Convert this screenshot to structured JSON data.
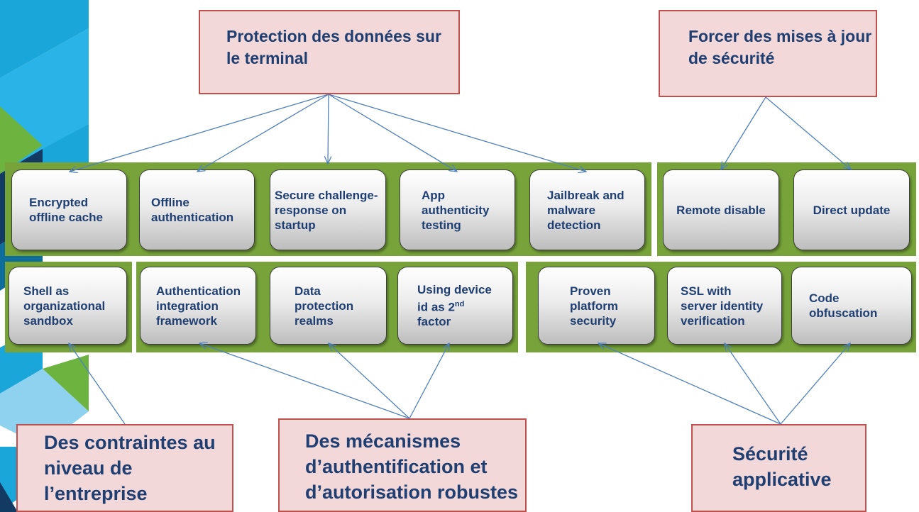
{
  "callouts": {
    "protection": "Protection des données sur le terminal",
    "updates": "Forcer des mises à jour de sécurité",
    "enterprise": "Des contraintes au niveau de l’entreprise",
    "auth": "Des mécanismes d’authentification et d’autorisation robustes",
    "appsec": "Sécurité applicative"
  },
  "boxes": {
    "encrypted_cache": "Encrypted offline cache",
    "offline_auth": "Offline authentication",
    "secure_challenge": "Secure challenge-response on startup",
    "app_authenticity": "App authenticity testing",
    "jailbreak": "Jailbreak and malware detection",
    "remote_disable": "Remote disable",
    "direct_update": "Direct update",
    "shell_sandbox": "Shell as organizational sandbox",
    "auth_framework": "Authentication integration framework",
    "data_realms": "Data protection realms",
    "device_id": "Using device id as 2nd factor",
    "platform_security": "Proven platform security",
    "ssl_verification": "SSL with server identity verification",
    "code_obfuscation": "Code obfuscation"
  },
  "colors": {
    "band": "#77a33a",
    "callout_fill": "#f2d8d8",
    "callout_border": "#c0504d",
    "text": "#1f3f73",
    "arrow": "#4f81bd",
    "deco_blue": "#1aa6d9",
    "deco_navy": "#123a63",
    "deco_green": "#6db33f"
  }
}
